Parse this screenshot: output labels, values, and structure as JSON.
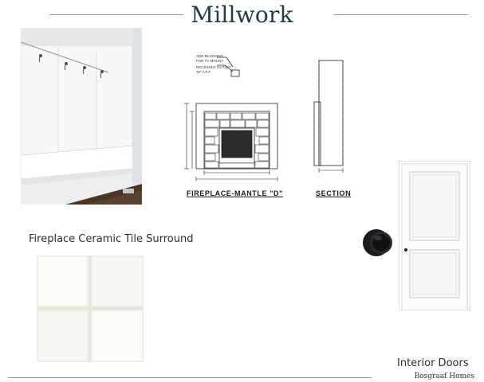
{
  "page": {
    "title": "Millwork",
    "brand": "Bosgraaf Homes"
  },
  "drawings": {
    "fireplace_label": "FIREPLACE-MANTLE \"D\"",
    "section_label": "SECTION",
    "note_line1": "ADD BLOCKING",
    "note_line2": "FOR TV MOUNT",
    "note_line3": "RECESSED OUTLET",
    "note_line4": "72\" A.F.F."
  },
  "captions": {
    "tile": "Fireplace Ceramic Tile Surround",
    "doors": "Interior Doors"
  },
  "colors": {
    "accent_title": "#1f3a4a",
    "rule": "#8f98a3",
    "door_knob": "#1b1b1d"
  }
}
